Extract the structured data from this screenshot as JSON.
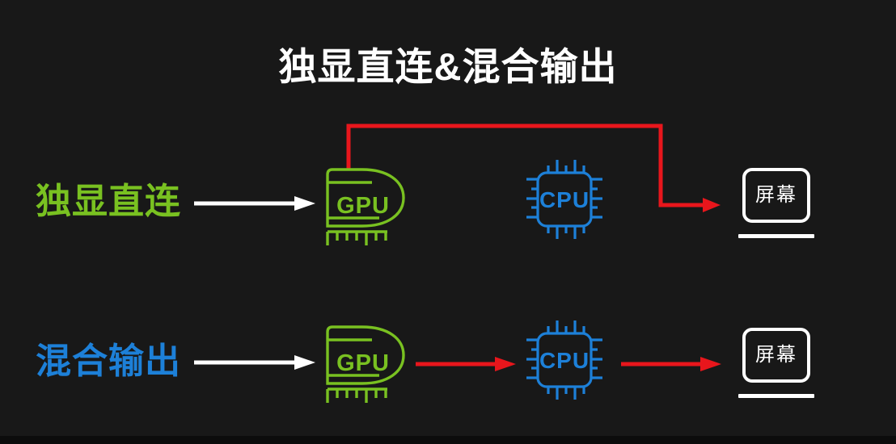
{
  "title": "独显直连&混合输出",
  "colors": {
    "background": "#181818",
    "nvidia_green": "#79c121",
    "intel_blue": "#1d80d8",
    "arrow_red": "#e8161c",
    "pure_white": "#ffffff"
  },
  "rows": {
    "direct": {
      "label": "独显直连",
      "gpu_label": "GPU",
      "cpu_label": "CPU",
      "screen_label": "屏幕"
    },
    "hybrid": {
      "label": "混合输出",
      "gpu_label": "GPU",
      "cpu_label": "CPU",
      "screen_label": "屏幕"
    }
  }
}
